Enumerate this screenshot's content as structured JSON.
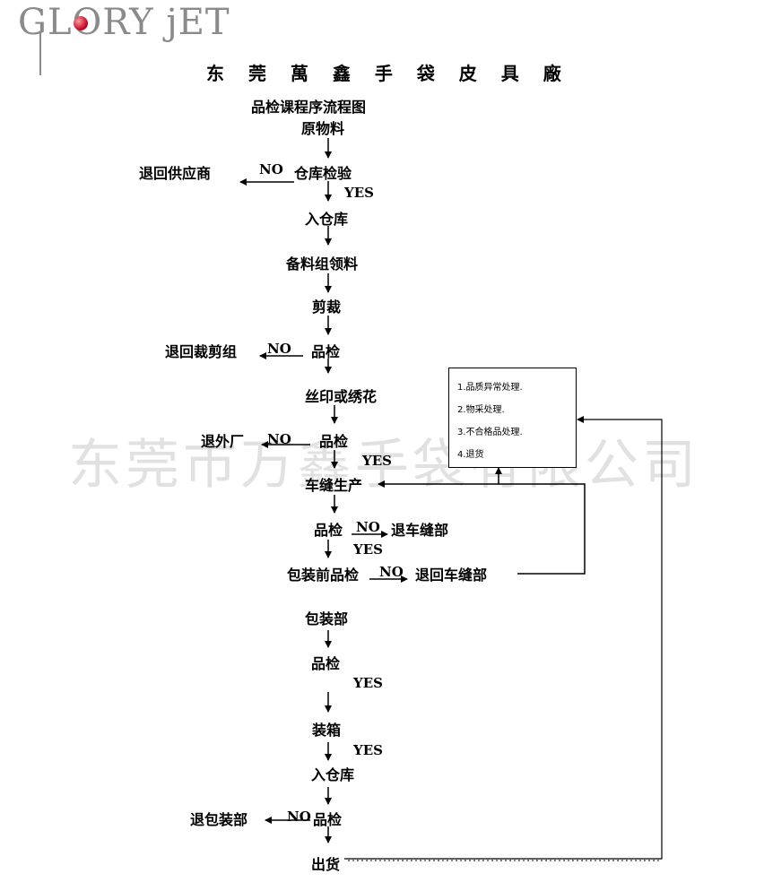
{
  "logo_text": "GLORY jET",
  "watermark": "东莞市万鑫手袋有限公司",
  "company_name": "东 莞 萬 鑫 手 袋 皮 具 廠",
  "chart_title": "品检课程序流程图",
  "nodes": {
    "raw_material": "原物料",
    "warehouse_inspection": "仓库检验",
    "return_supplier": "退回供应商",
    "warehouse_in_1": "入仓库",
    "material_pick": "备料组领料",
    "cutting": "剪裁",
    "qc_1": "品检",
    "return_cutting": "退回裁剪组",
    "print_embroider": "丝印或绣花",
    "qc_2": "品检",
    "return_outsource": "退外厂",
    "sewing": "车缝生产",
    "qc_3": "品检",
    "return_sewing": "退车缝部",
    "prepack_qc": "包装前品检",
    "return_sewing_2": "退回车缝部",
    "packing_dept": "包装部",
    "qc_4": "品检",
    "boxing": "装箱",
    "warehouse_in_2": "入仓库",
    "qc_5": "品检",
    "return_packing": "退包装部",
    "shipping": "出货"
  },
  "labels": {
    "no": "NO",
    "yes": "YES"
  },
  "note_box": [
    "1.品质异常处理.",
    "2.物采处理.",
    "3.不合格品处理.",
    "4.退货"
  ]
}
